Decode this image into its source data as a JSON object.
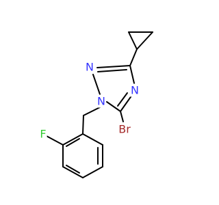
{
  "molecule": {
    "colors": {
      "bond": "#000000",
      "nitrogen": "#3333ff",
      "fluorine": "#33cc33",
      "bromine": "#a52a2a"
    },
    "atoms": [
      {
        "id": "n1",
        "label": "N",
        "element": "nitrogen"
      },
      {
        "id": "n2",
        "label": "N",
        "element": "nitrogen"
      },
      {
        "id": "n4",
        "label": "N",
        "element": "nitrogen"
      },
      {
        "id": "br",
        "label": "Br",
        "element": "bromine"
      },
      {
        "id": "f",
        "label": "F",
        "element": "fluorine"
      }
    ]
  }
}
